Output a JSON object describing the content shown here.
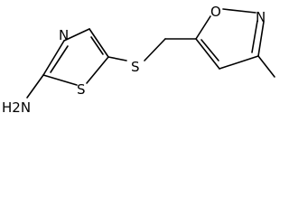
{
  "atoms": {
    "amine": "H2N",
    "thiazole_n": "N",
    "thiazole_s": "S",
    "thioether_s": "S",
    "isoxazole_o": "O",
    "isoxazole_n": "N"
  }
}
